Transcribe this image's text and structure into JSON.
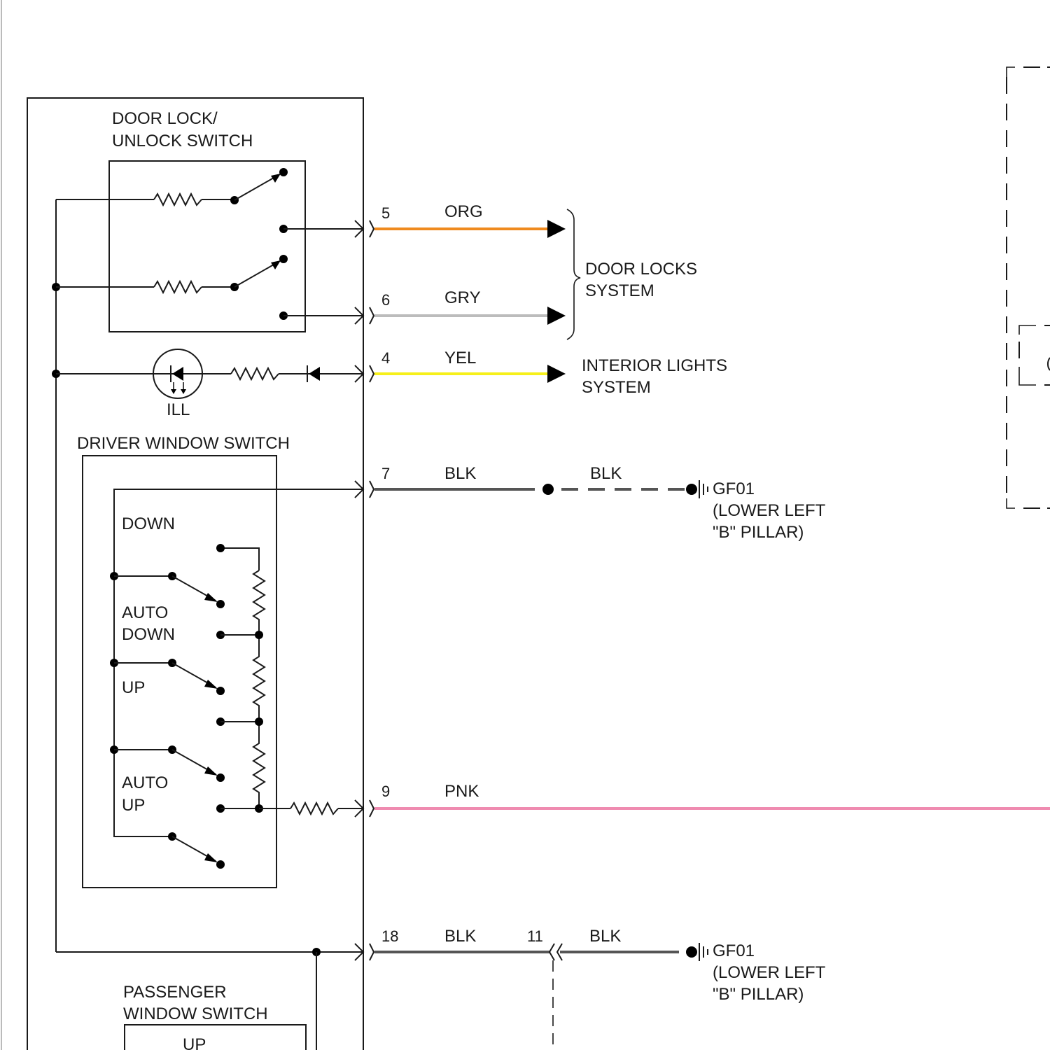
{
  "colors": {
    "org": "#ef8a1f",
    "gry": "#bcbcbc",
    "yel": "#f6f01a",
    "blk": "#555555",
    "pnk": "#ef8bb0"
  },
  "components": {
    "door_lock_switch": {
      "line1": "DOOR LOCK/",
      "line2": "UNLOCK SWITCH"
    },
    "ill_label": "ILL",
    "driver_window_switch": {
      "title": "DRIVER WINDOW SWITCH",
      "down": "DOWN",
      "auto_down_1": "AUTO",
      "auto_down_2": "DOWN",
      "up": "UP",
      "auto_up_1": "AUTO",
      "auto_up_2": "UP"
    },
    "passenger_window_switch": {
      "line1": "PASSENGER",
      "line2": "WINDOW SWITCH",
      "up": "UP"
    }
  },
  "circuits": [
    {
      "pin": "5",
      "wire": "ORG"
    },
    {
      "pin": "6",
      "wire": "GRY"
    },
    {
      "pin": "4",
      "wire": "YEL"
    },
    {
      "pin": "7",
      "wire": "BLK",
      "wire2": "BLK"
    },
    {
      "pin": "9",
      "wire": "PNK"
    },
    {
      "pin": "18",
      "wire": "BLK",
      "pin2": "11",
      "wire2": "BLK"
    }
  ],
  "destinations": {
    "door_locks": {
      "line1": "DOOR LOCKS",
      "line2": "SYSTEM"
    },
    "interior_lights": {
      "line1": "INTERIOR LIGHTS",
      "line2": "SYSTEM"
    },
    "ground_1": {
      "name": "GF01",
      "line1": "(LOWER LEFT",
      "line2": "\"B\" PILLAR)"
    },
    "ground_2": {
      "name": "GF01",
      "line1": "(LOWER LEFT",
      "line2": "\"B\" PILLAR)"
    }
  }
}
